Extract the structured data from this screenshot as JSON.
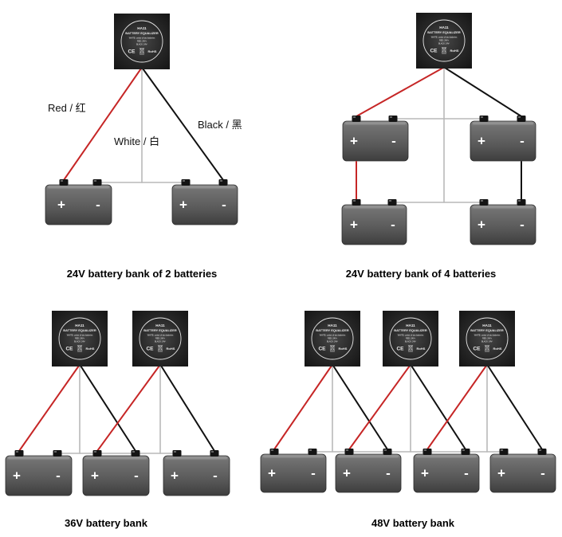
{
  "equalizer": {
    "model": "HA11",
    "title": "BATTERY EQUALIZER",
    "line_white": "WHITE: center of two batteries",
    "line_red": "RED: 24V+",
    "line_black": "BLACK: 24V-",
    "ce_mark": "CE",
    "rohs_mark": "RoHS",
    "bin_icon": "crossed-bin-icon"
  },
  "battery": {
    "positive": "+",
    "negative": "-"
  },
  "wire_labels": {
    "red": "Red / 红",
    "white": "White / 白",
    "black": "Black / 黑"
  },
  "colors": {
    "red_wire": "#c62626",
    "black_wire": "#111111",
    "white_wire": "#b9b9b9",
    "terminal": "#141414",
    "battery_label": "#ffffff",
    "equalizer_text": "#f0f0f0"
  },
  "panels": [
    {
      "caption": "24V battery bank of 2 batteries"
    },
    {
      "caption": "24V battery bank of 4 batteries"
    },
    {
      "caption": "36V battery bank"
    },
    {
      "caption": "48V battery bank"
    }
  ]
}
